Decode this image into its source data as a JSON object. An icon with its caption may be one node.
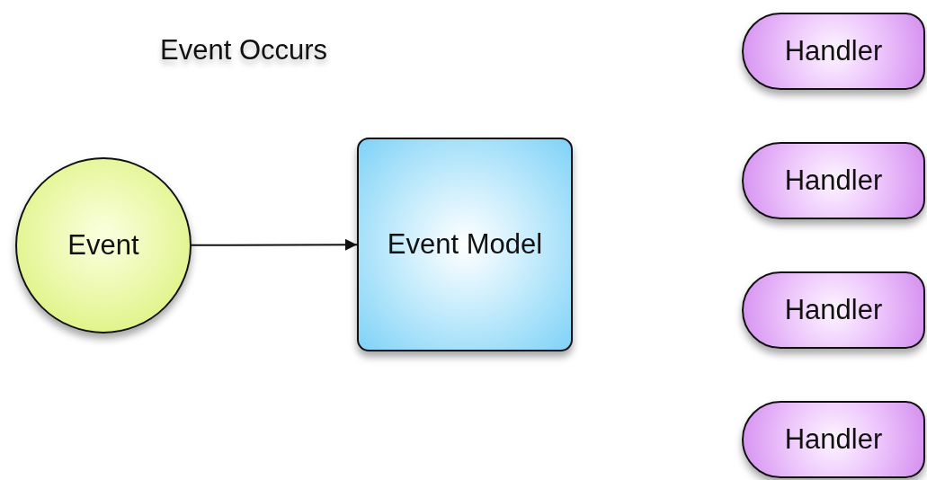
{
  "diagram": {
    "title": "Event Occurs",
    "nodes": [
      {
        "text": [
          "Event"
        ]
      },
      {
        "text": [
          "Event Model"
        ]
      },
      {
        "text": [
          "Handler"
        ]
      },
      {
        "text": [
          "Handler"
        ]
      },
      {
        "text": [
          "Handler"
        ]
      },
      {
        "text": [
          "Handler"
        ]
      }
    ],
    "edges": [
      {
        "from": 0,
        "to": 1,
        "arrow": "to"
      }
    ]
  }
}
